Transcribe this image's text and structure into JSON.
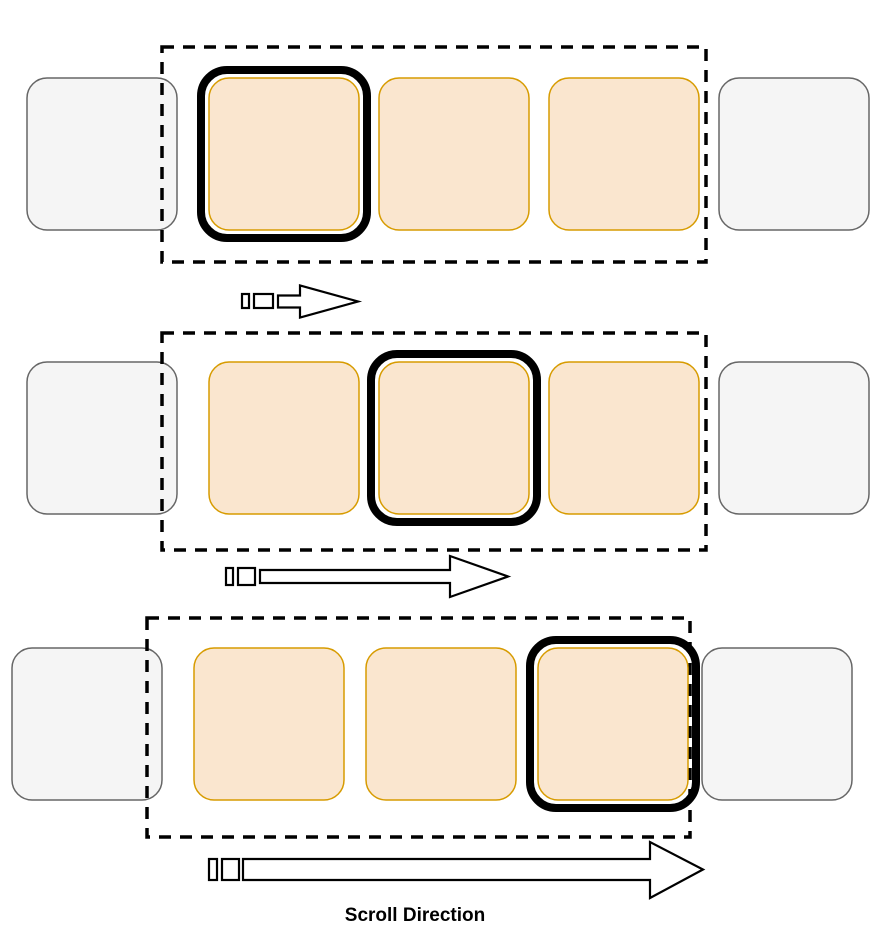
{
  "diagram": {
    "type": "horizontal-carousel-scroll-illustration",
    "caption": "Scroll Direction",
    "colors": {
      "card_fill": "#FAE6CF",
      "card_stroke": "#D79B00",
      "offscreen_fill": "#F5F5F5",
      "offscreen_stroke": "#666666",
      "viewport_stroke": "#000000",
      "highlight_stroke": "#000000",
      "arrow_stroke": "#000000",
      "arrow_fill": "#FFFFFF"
    },
    "frames": [
      {
        "step": 1,
        "offscreen_left_cards": 1,
        "visible_cards": 3,
        "offscreen_right_cards": 1,
        "highlighted_card": 1,
        "scroll_arrow": "short"
      },
      {
        "step": 2,
        "offscreen_left_cards": 1,
        "visible_cards": 3,
        "offscreen_right_cards": 1,
        "highlighted_card": 2,
        "scroll_arrow": "medium"
      },
      {
        "step": 3,
        "offscreen_left_cards": 1,
        "visible_cards": 3,
        "offscreen_right_cards": 1,
        "highlighted_card": 3,
        "scroll_arrow": "long"
      }
    ]
  }
}
